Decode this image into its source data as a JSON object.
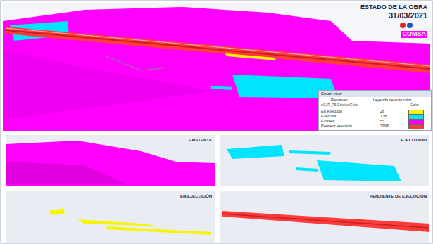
{
  "diagram": {
    "title": "ESTADO DE LA OBRA",
    "nodes": [
      {
        "text": [
          "Smart view"
        ]
      },
      {
        "text": [
          "EXISTENTE"
        ]
      },
      {
        "text": [
          "EJECUTADO"
        ]
      },
      {
        "text": [
          "EN EJECUCIÓN"
        ]
      },
      {
        "text": [
          "PENDIENTE DE EJECUCIÓN"
        ]
      }
    ],
    "labels": [
      "31/03/2021",
      "COMSA",
      "Resumen",
      "Leyenda de auto color",
      "nCAT_R5-Estatus/Estat",
      "Color",
      "26",
      "128",
      "53",
      "2996"
    ],
    "legend": [
      {
        "text": "En execució",
        "color": "#f5f500"
      },
      {
        "text": "Executat",
        "color": "#00e5ff"
      },
      {
        "text": "Existent",
        "color": "#ff00ff"
      },
      {
        "text": "Pendent execució",
        "color": "#ff3b3b"
      }
    ]
  }
}
